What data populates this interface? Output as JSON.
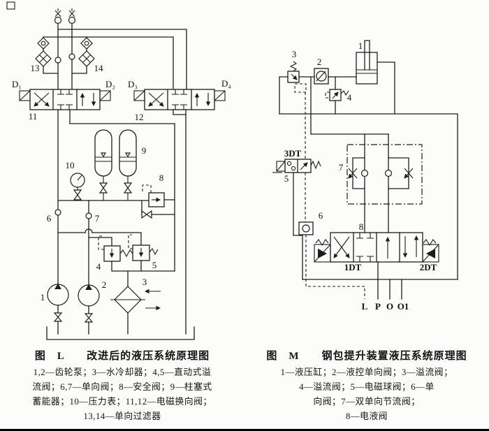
{
  "page": {
    "background": "#fcfcfb",
    "bottom_rule_color": "#000000"
  },
  "fig_l": {
    "title": "图　L　　改进后的液压系统原理图",
    "legend": [
      "1,2—齿轮泵；3—水冷却器；4,5—直动式溢",
      "流阀；6,7—单向阀；8—安全阀；9—柱塞式",
      "蓄能器；10—压力表；11,12—电磁换向阀；",
      "13,14—单向过滤器"
    ],
    "labels": {
      "n1": "1",
      "n2": "2",
      "n3": "3",
      "n4": "4",
      "n5": "5",
      "n6": "6",
      "n7": "7",
      "n8": "8",
      "n9": "9",
      "n10": "10",
      "n11": "11",
      "n12": "12",
      "n13": "13",
      "n14": "14",
      "d1": "D₁",
      "d2": "D₂",
      "d3": "D₃",
      "d4": "D₄"
    }
  },
  "fig_m": {
    "title": "图　M　　钢包提升装置液压系统原理图",
    "legend": [
      "1—液压缸；2—液控单向阀；3—溢流阀；",
      "4—溢流阀；5—电磁球阀；6—单",
      "向阀；7—双单向节流阀；",
      "8—电液阀"
    ],
    "labels": {
      "n1": "1",
      "n2": "2",
      "n3": "3",
      "n4": "4",
      "n5": "5",
      "n6": "6",
      "n7": "7",
      "n8": "8",
      "dt3": "3DT",
      "dt1": "1DT",
      "dt2": "2DT",
      "port_l": "L",
      "port_p": "P",
      "port_o": "O",
      "port_o1": "O1"
    }
  }
}
